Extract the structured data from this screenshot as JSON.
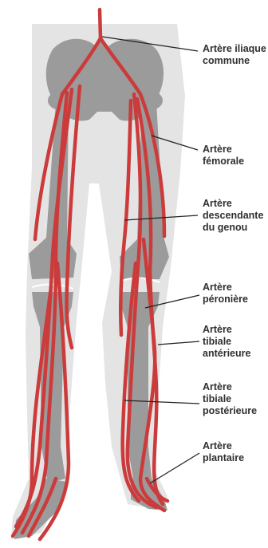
{
  "colors": {
    "artery": "#cc3b3b",
    "bone": "#9a9a9a",
    "body": "#e4e4e4",
    "leader": "#222222",
    "text": "#2f2f2f"
  },
  "labels": [
    {
      "id": "iliaque",
      "lines": [
        "Artère iliaque",
        "commune"
      ]
    },
    {
      "id": "femorale",
      "lines": [
        "Artère",
        "fémorale"
      ]
    },
    {
      "id": "genou",
      "lines": [
        "Artère",
        "descendante",
        "du genou"
      ]
    },
    {
      "id": "peroniere",
      "lines": [
        "Artère",
        "péronière"
      ]
    },
    {
      "id": "tibiale-anterieure",
      "lines": [
        "Artère",
        "tibiale",
        "antérieure"
      ]
    },
    {
      "id": "tibiale-posterieure",
      "lines": [
        "Artère",
        "tibiale",
        "postérieure"
      ]
    },
    {
      "id": "plantaire",
      "lines": [
        "Artère",
        "plantaire"
      ]
    }
  ]
}
